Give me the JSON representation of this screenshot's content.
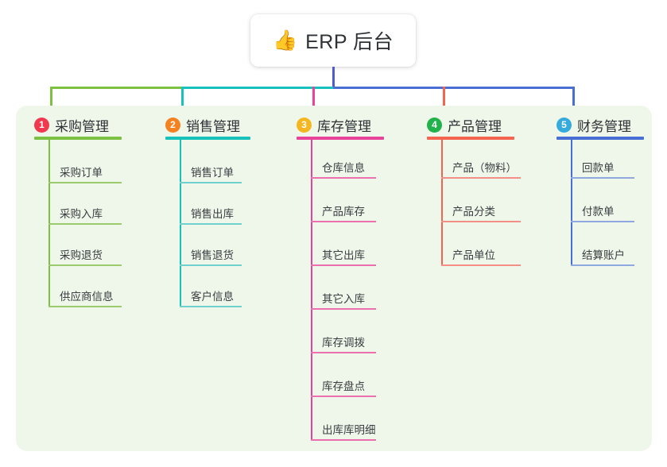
{
  "root": {
    "icon": "thumbs-up-icon",
    "icon_glyph": "👍",
    "title": "ERP 后台"
  },
  "colors": {
    "page_background": "#ffffff",
    "panel_background": "#eef7e9",
    "root_text": "#2f3136",
    "connector_root": "#4f5bd5",
    "branch_1": "#7cc142",
    "branch_2": "#17c2bd",
    "branch_3": "#e8439a",
    "branch_4": "#f4644f",
    "branch_5": "#4a6fd4",
    "leaf_1": "#9ccb6e",
    "leaf_2": "#6fd0cd",
    "leaf_3": "#ec6fae",
    "leaf_4": "#f58f85",
    "leaf_5": "#8fa9e0",
    "badge_1": "#f0384f",
    "badge_2": "#f58220",
    "badge_3": "#f5b721",
    "badge_4": "#21b24b",
    "badge_5": "#35aadc"
  },
  "branches": [
    {
      "number": "1",
      "title": "采购管理",
      "badge_color": "#f0384f",
      "line_color": "#7cc142",
      "leaf_color": "#9ccb6e",
      "leaves": [
        {
          "label": "采购订单"
        },
        {
          "label": "采购入库"
        },
        {
          "label": "采购退货"
        },
        {
          "label": "供应商信息"
        }
      ]
    },
    {
      "number": "2",
      "title": "销售管理",
      "badge_color": "#f58220",
      "line_color": "#17c2bd",
      "leaf_color": "#6fd0cd",
      "leaves": [
        {
          "label": "销售订单"
        },
        {
          "label": "销售出库"
        },
        {
          "label": "销售退货"
        },
        {
          "label": "客户信息"
        }
      ]
    },
    {
      "number": "3",
      "title": "库存管理",
      "badge_color": "#f5b721",
      "line_color": "#e8439a",
      "leaf_color": "#ec6fae",
      "leaves": [
        {
          "label": "仓库信息"
        },
        {
          "label": "产品库存"
        },
        {
          "label": "其它出库"
        },
        {
          "label": "其它入库"
        },
        {
          "label": "库存调拨"
        },
        {
          "label": "库存盘点"
        },
        {
          "label": "出库库明细"
        }
      ]
    },
    {
      "number": "4",
      "title": "产品管理",
      "badge_color": "#21b24b",
      "line_color": "#f4644f",
      "leaf_color": "#f58f85",
      "leaves": [
        {
          "label": "产品（物料）"
        },
        {
          "label": "产品分类"
        },
        {
          "label": "产品单位"
        }
      ]
    },
    {
      "number": "5",
      "title": "财务管理",
      "badge_color": "#35aadc",
      "line_color": "#4a6fd4",
      "leaf_color": "#8fa9e0",
      "leaves": [
        {
          "label": "回款单"
        },
        {
          "label": "付款单"
        },
        {
          "label": "结算账户"
        }
      ]
    }
  ]
}
